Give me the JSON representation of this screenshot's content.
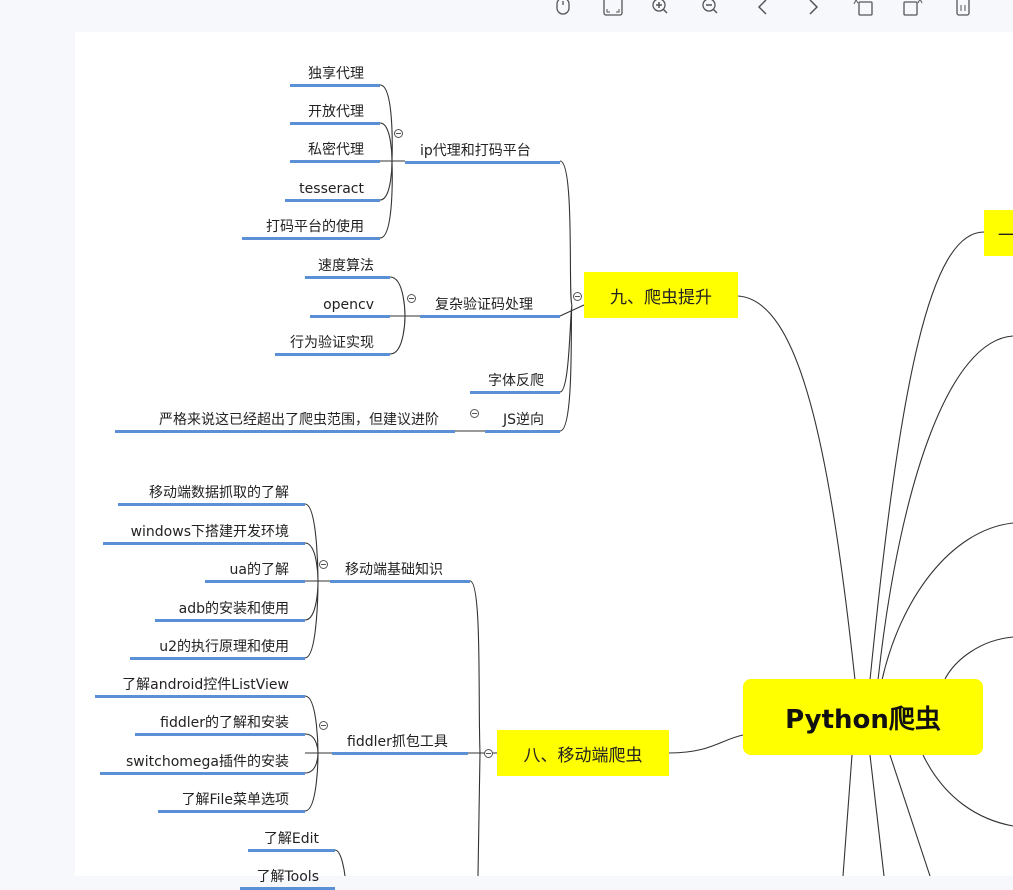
{
  "toolbar": {
    "icons": [
      "mouse-icon",
      "fit-screen-icon",
      "zoom-in-icon",
      "zoom-out-icon",
      "previous-icon",
      "next-icon",
      "rotate-left-icon",
      "rotate-right-icon",
      "delete-icon"
    ]
  },
  "mindmap": {
    "root": "Python爬虫",
    "partial_topic": "一",
    "topic9": {
      "label": "九、爬虫提升",
      "ip": {
        "label": "ip代理和打码平台",
        "children": [
          "独享代理",
          "开放代理",
          "私密代理",
          "tesseract",
          "打码平台的使用"
        ]
      },
      "captcha": {
        "label": "复杂验证码处理",
        "children": [
          "速度算法",
          "opencv",
          "行为验证实现"
        ]
      },
      "font": {
        "label": "字体反爬"
      },
      "js": {
        "label": "JS逆向",
        "children": [
          "严格来说这已经超出了爬虫范围，但建议进阶"
        ]
      }
    },
    "topic8": {
      "label": "八、移动端爬虫",
      "basics": {
        "label": "移动端基础知识",
        "children": [
          "移动端数据抓取的了解",
          "windows下搭建开发环境",
          "ua的了解",
          "adb的安装和使用",
          "u2的执行原理和使用"
        ]
      },
      "fiddler": {
        "label": "fiddler抓包工具",
        "children": [
          "了解android控件ListView",
          "fiddler的了解和安装",
          "switchomega插件的安装",
          "了解File菜单选项"
        ]
      },
      "more": [
        "了解Edit",
        "了解Tools"
      ]
    }
  },
  "colors": {
    "topic": "#ffff00",
    "underline": "#5b8fd6",
    "line": "#333333"
  }
}
